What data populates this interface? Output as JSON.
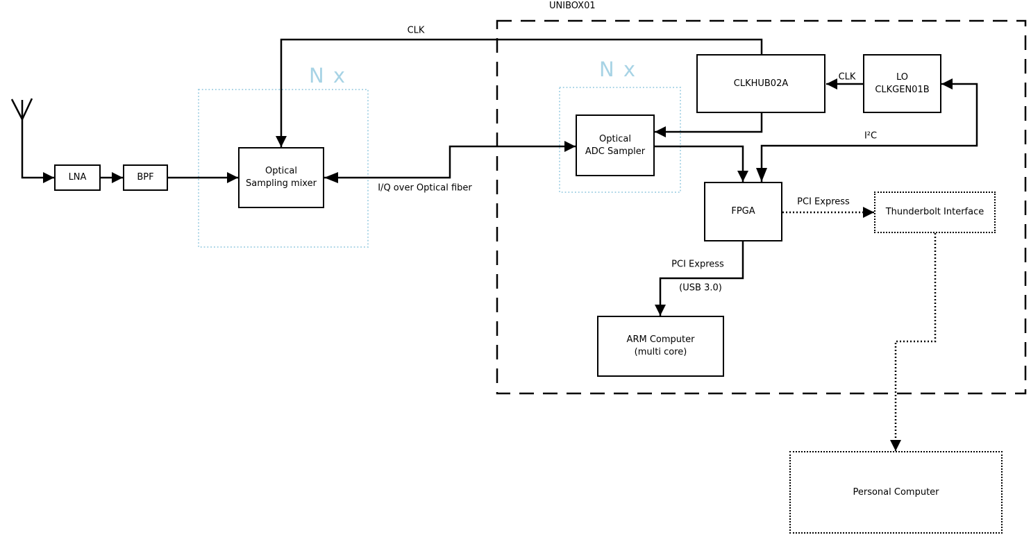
{
  "diagram": {
    "type": "block-diagram",
    "colors": {
      "line": "#000000",
      "accent_blue": "#a7d3e5",
      "background": "#ffffff"
    },
    "groups": {
      "unibox": {
        "label": "UNIBOX01"
      },
      "nx_left": {
        "label": "N x"
      },
      "nx_right": {
        "label": "N x"
      }
    },
    "blocks": {
      "antenna": {
        "name": "antenna"
      },
      "lna": {
        "label": "LNA"
      },
      "bpf": {
        "label": "BPF"
      },
      "mixer": {
        "line1": "Optical",
        "line2": "Sampling mixer"
      },
      "adc": {
        "line1": "Optical",
        "line2": "ADC Sampler"
      },
      "clkhub": {
        "label": "CLKHUB02A"
      },
      "lo": {
        "line1": "LO",
        "line2": "CLKGEN01B"
      },
      "fpga": {
        "label": "FPGA"
      },
      "thunderbolt": {
        "label": "Thunderbolt Interface"
      },
      "arm": {
        "line1": "ARM Computer",
        "line2": "(multi core)"
      },
      "pc": {
        "label": "Personal Computer"
      }
    },
    "edge_labels": {
      "clk_top": "CLK",
      "clk_lo_to_hub": "CLK",
      "i2c": "I²C",
      "iq_fiber": "I/Q over Optical fiber",
      "pci_express_thunderbolt": "PCI Express",
      "pci_express_arm": "PCI Express",
      "usb": "(USB 3.0)"
    }
  }
}
